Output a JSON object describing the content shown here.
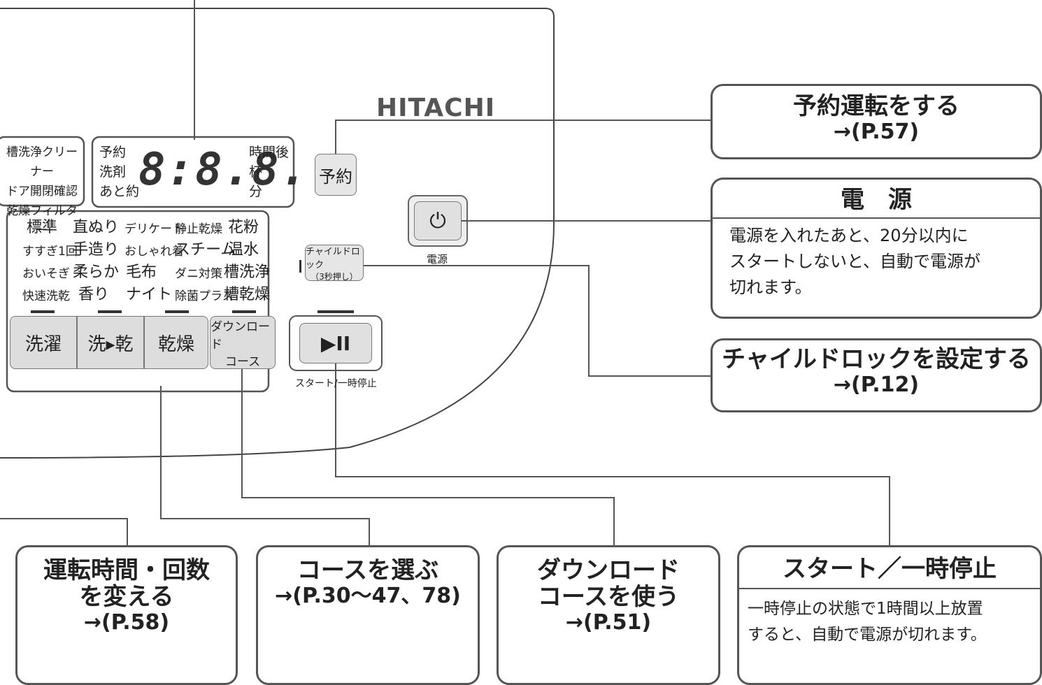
{
  "brand": "HITACHI",
  "indicators": [
    "槽洗浄クリーナー",
    "ドア開閉確認",
    "乾燥フィルター"
  ],
  "display": {
    "left_labels": [
      "予約",
      "洗剤",
      "あと約"
    ],
    "digits": "8:8.8.",
    "right_labels": [
      "時間後",
      "杯",
      "分"
    ]
  },
  "buttons": {
    "reserve": "予約",
    "power_symbol": "⏻",
    "power_label": "電源",
    "child_lock": "チャイルドロック",
    "child_lock_sub": "（3秒押し）",
    "start_symbol": "▶II",
    "start_label": "スタート/一時停止"
  },
  "courses": [
    [
      "標準",
      "直ぬり",
      "デリケート",
      "静止乾燥",
      "花粉"
    ],
    [
      "すすぎ1回",
      "手造り",
      "おしゃれ着",
      "スチーム",
      "温水"
    ],
    [
      "おいそぎ",
      "柔らか",
      "毛布",
      "ダニ対策",
      "槽洗浄"
    ],
    [
      "快速洗乾",
      "香り",
      "ナイト",
      "除菌プラス",
      "槽乾燥"
    ]
  ],
  "mode_buttons": [
    "洗濯",
    "洗▸乾",
    "乾燥"
  ],
  "download_button": [
    "ダウンロード",
    "コース"
  ],
  "callouts": {
    "reserve": {
      "title": "予約運転をする",
      "ref": "→(P.57)"
    },
    "power": {
      "title": "電　源",
      "desc": [
        "電源を入れたあと、20分以内に",
        "スタートしないと、自動で電源が",
        "切れます。"
      ]
    },
    "child_lock": {
      "title": "チャイルドロックを設定する",
      "ref": "→(P.12)"
    },
    "time": {
      "title": [
        "運転時間・回数",
        "を変える"
      ],
      "ref": "→(P.58)"
    },
    "course": {
      "title": "コースを選ぶ",
      "ref": "→(P.30〜47、78)"
    },
    "download": {
      "title": [
        "ダウンロード",
        "コースを使う"
      ],
      "ref": "→(P.51)"
    },
    "start": {
      "title": "スタート／一時停止",
      "desc": [
        "一時停止の状態で1時間以上放置",
        "すると、自動で電源が切れます。"
      ]
    }
  }
}
